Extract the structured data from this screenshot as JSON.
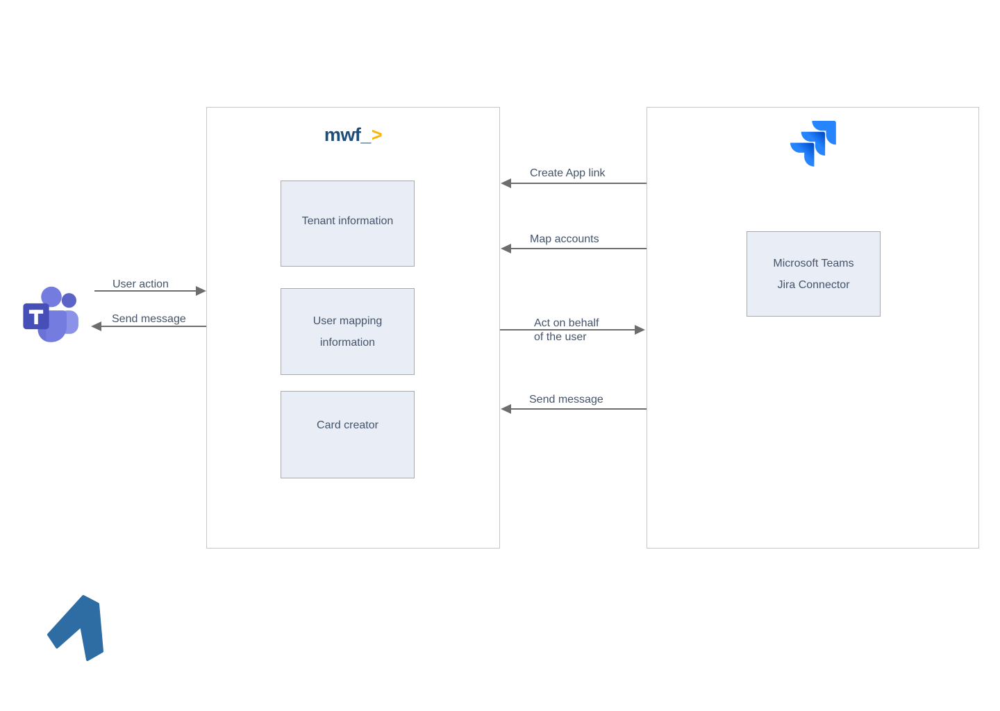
{
  "colors": {
    "background": "#ffffff",
    "panel_border": "#c6c6c6",
    "inner_box_fill": "#e9edf5",
    "inner_box_border": "#a9a9a9",
    "label_text": "#44546a",
    "arrow_gray": "#6d6d6d",
    "mwf_navy": "#1d4e7b",
    "mwf_yellow": "#fcb400",
    "jira_blue": "#2684ff",
    "jira_blue_dark": "#0052cc",
    "teams_square": "#464eb8",
    "teams_person_main": "#757cdf",
    "teams_person_small": "#5d64c8",
    "bottom_logo_blue": "#2e6ca4"
  },
  "icons": {
    "teams": "microsoft-teams-icon",
    "jira": "jira-logo-icon",
    "bottom": "company-arrow-logo-icon"
  },
  "mwf_panel": {
    "logo": {
      "text": "mwf_",
      "accent": ">"
    },
    "boxes": [
      {
        "lines": [
          "Tenant information"
        ]
      },
      {
        "lines": [
          "User mapping",
          "information"
        ]
      },
      {
        "lines": [
          "Card creator"
        ]
      }
    ]
  },
  "jira_panel": {
    "connector_box": {
      "lines": [
        "Microsoft Teams",
        "Jira Connector"
      ]
    }
  },
  "arrows": {
    "left": [
      {
        "label": "User action",
        "direction": "right"
      },
      {
        "label": "Send message",
        "direction": "left"
      }
    ],
    "middle": [
      {
        "label": "Create App link",
        "direction": "left"
      },
      {
        "label": "Map accounts",
        "direction": "left"
      },
      {
        "label": "Act on behalf",
        "label_line2": "of the user",
        "direction": "right"
      },
      {
        "label": "Send message",
        "direction": "left"
      }
    ]
  }
}
